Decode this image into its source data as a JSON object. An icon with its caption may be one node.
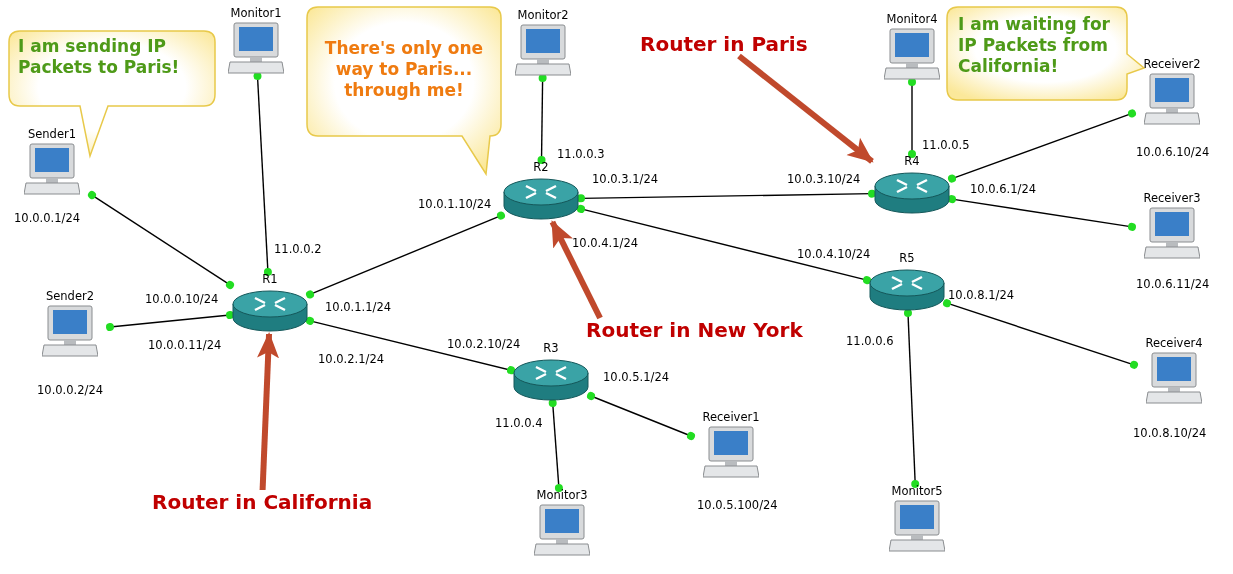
{
  "diagram": {
    "nodes": [
      {
        "text": [
          "I am sending IP Packets to Paris!"
        ]
      },
      {
        "text": [
          "Monitor1"
        ]
      },
      {
        "text": [
          "There's only one way to Paris... through me!"
        ]
      },
      {
        "text": [
          "Monitor2"
        ]
      },
      {
        "text": [
          "Router in Paris"
        ]
      },
      {
        "text": [
          "Monitor4"
        ]
      },
      {
        "text": [
          "I am waiting for IP Packets from California!"
        ]
      },
      {
        "text": [
          "Receiver2"
        ],
        "beside": [
          "10.0.6.10/24"
        ]
      },
      {
        "text": [
          "Sender1"
        ],
        "beside": [
          "10.0.0.1/24"
        ]
      },
      {
        "text": [
          "R2"
        ]
      },
      {
        "text": [
          "R4"
        ]
      },
      {
        "text": [
          "Receiver3"
        ],
        "beside": [
          "10.0.6.11/24"
        ]
      },
      {
        "text": [
          "R5"
        ]
      },
      {
        "text": [
          "R1"
        ]
      },
      {
        "text": [
          "Sender2"
        ],
        "beside": [
          "10.0.0.2/24"
        ]
      },
      {
        "text": [
          "Router in New York"
        ]
      },
      {
        "text": [
          "R3"
        ]
      },
      {
        "text": [
          "Receiver1"
        ],
        "beside": [
          "10.0.5.100/24"
        ]
      },
      {
        "text": [
          "Receiver4"
        ],
        "beside": [
          "10.0.8.10/24"
        ]
      },
      {
        "text": [
          "Router in California"
        ]
      },
      {
        "text": [
          "Monitor3"
        ]
      },
      {
        "text": [
          "Monitor5"
        ]
      }
    ],
    "edges": [
      {
        "from": 8,
        "to": 13,
        "arrow": "other"
      },
      {
        "from": 14,
        "to": 13,
        "arrow": "other"
      },
      {
        "from": 1,
        "to": 13,
        "arrow": "other"
      },
      {
        "from": 13,
        "to": 9,
        "arrow": "other"
      },
      {
        "from": 13,
        "to": 16,
        "arrow": "other"
      },
      {
        "from": 3,
        "to": 9,
        "arrow": "other"
      },
      {
        "from": 9,
        "to": 10,
        "arrow": "other"
      },
      {
        "from": 9,
        "to": 12,
        "arrow": "other"
      },
      {
        "from": 16,
        "to": 20,
        "arrow": "other"
      },
      {
        "from": 16,
        "to": 17,
        "arrow": "other"
      },
      {
        "from": 5,
        "to": 10,
        "arrow": "other"
      },
      {
        "from": 10,
        "to": 7,
        "arrow": "other"
      },
      {
        "from": 10,
        "to": 11,
        "arrow": "other"
      },
      {
        "from": 12,
        "to": 18,
        "arrow": "other"
      },
      {
        "from": 12,
        "to": 21,
        "arrow": "other"
      },
      {
        "from": 4,
        "to": 10,
        "arrow": "to",
        "style": "thick",
        "color": "#c0492c"
      },
      {
        "from": 15,
        "to": 9,
        "arrow": "to",
        "style": "thick",
        "color": "#c0492c"
      },
      {
        "from": 19,
        "to": 13,
        "arrow": "to",
        "style": "thick",
        "color": "#c0492c"
      }
    ],
    "labels": [
      "11.0.0.2",
      "10.0.0.10/24",
      "10.0.1.1/24",
      "10.0.0.11/24",
      "10.0.2.1/24",
      "11.0.0.3",
      "10.0.3.1/24",
      "10.0.1.10/24",
      "10.0.4.1/24",
      "10.0.2.10/24",
      "10.0.5.1/24",
      "11.0.0.4",
      "10.0.3.10/24",
      "11.0.0.5",
      "10.0.6.1/24",
      "10.0.4.10/24",
      "10.0.8.1/24",
      "11.0.0.6"
    ]
  }
}
